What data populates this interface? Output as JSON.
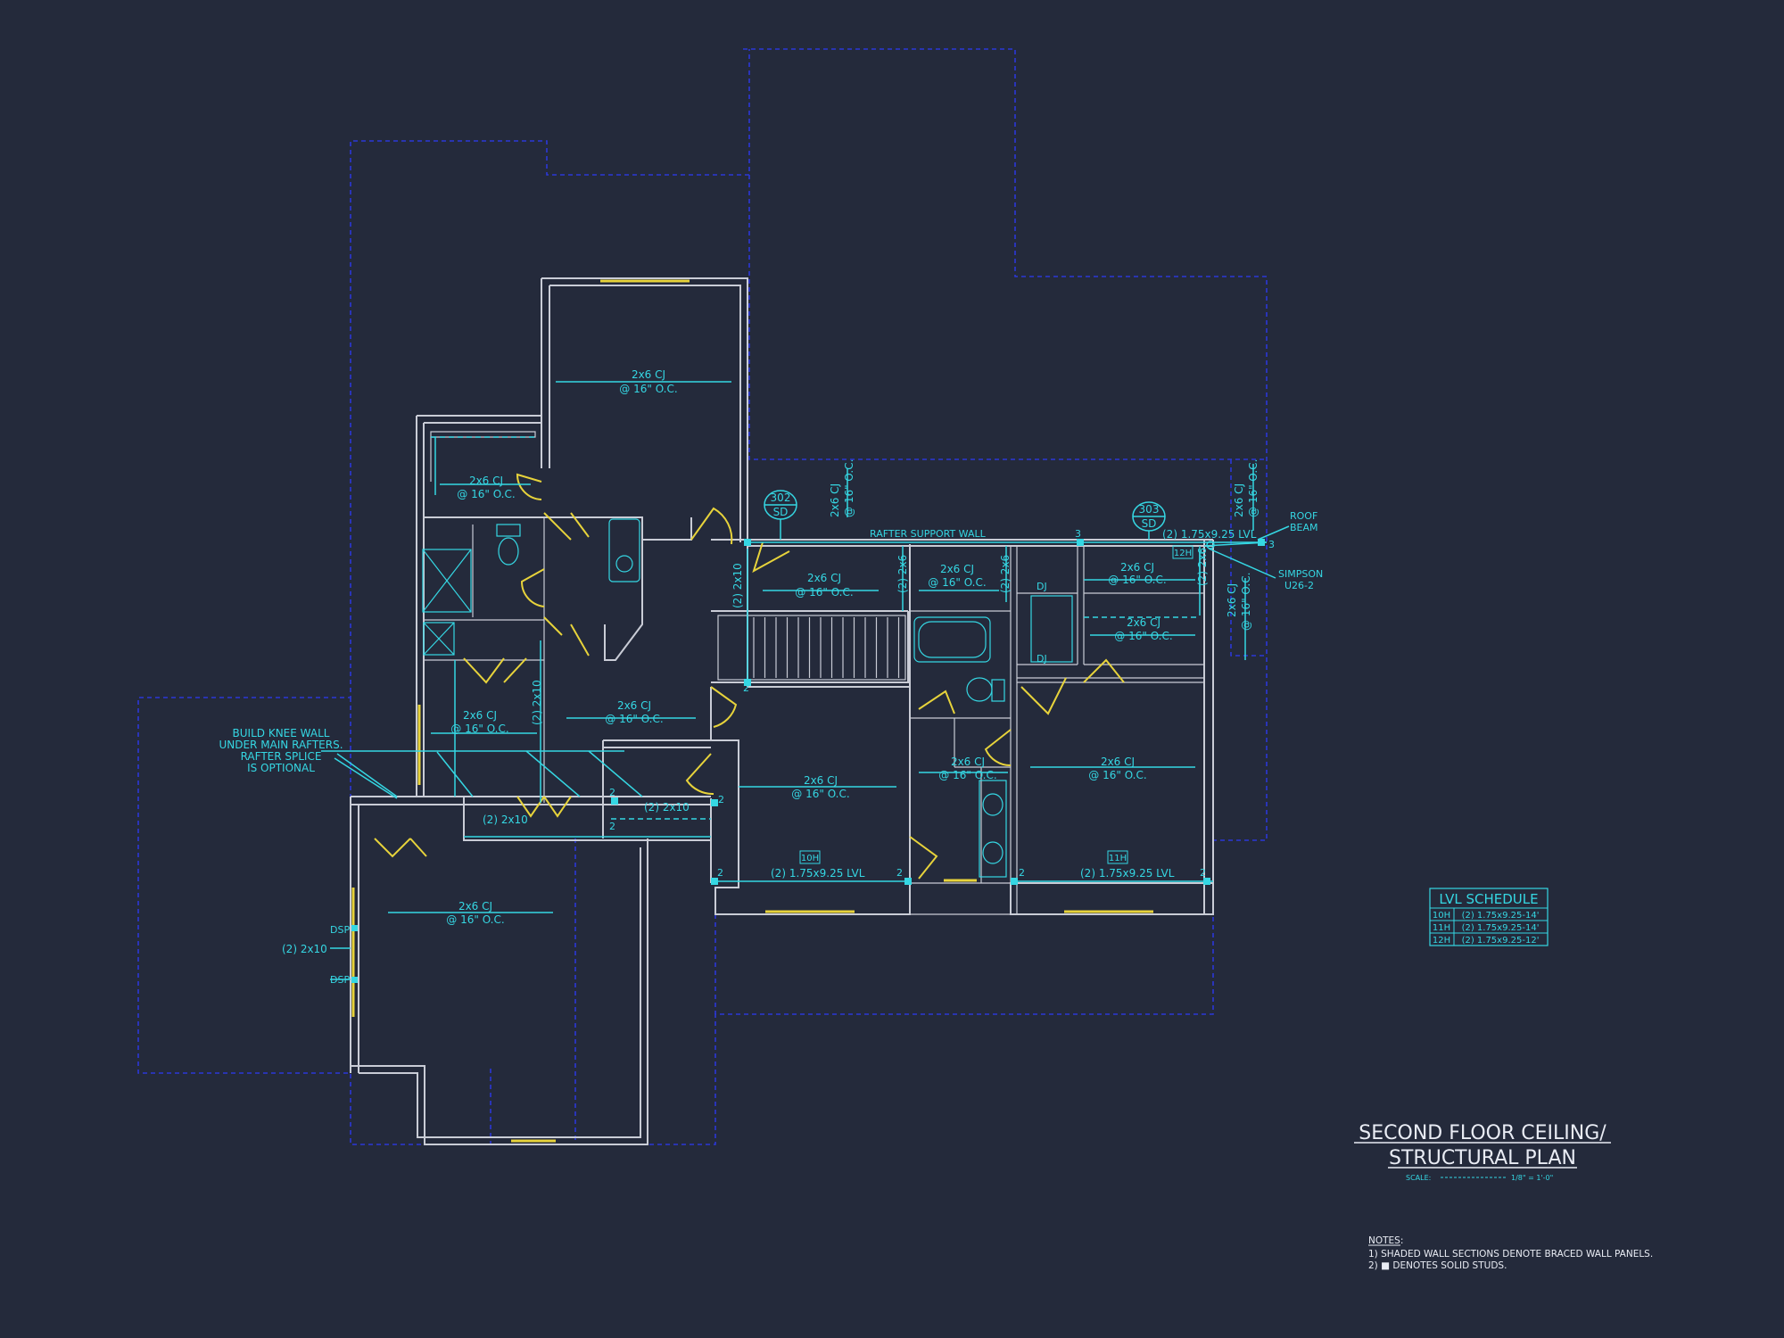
{
  "title": {
    "line1": "SECOND FLOOR CEILING/",
    "line2": "STRUCTURAL PLAN",
    "scale_label": "SCALE:",
    "scale_value": "1/8\" = 1'-0\""
  },
  "notes": {
    "heading": "NOTES:",
    "items": [
      "1) SHADED WALL SECTIONS DENOTE BRACED WALL PANELS.",
      "2) ■ DENOTES SOLID STUDS."
    ]
  },
  "lvl_schedule": {
    "title": "LVL SCHEDULE",
    "rows": [
      {
        "id": "10H",
        "spec": "(2) 1.75x9.25-14'"
      },
      {
        "id": "11H",
        "spec": "(2) 1.75x9.25-14'"
      },
      {
        "id": "12H",
        "spec": "(2) 1.75x9.25-12'"
      }
    ]
  },
  "joist_labels": {
    "cj_top": "2x6 CJ",
    "oc": "@ 16\" O.C."
  },
  "beam_labels": {
    "two_2x10": "(2) 2x10",
    "two_2x6": "(2) 2x6",
    "lvl": "(2) 1.75x9.25 LVL",
    "rafter_support_wall": "RAFTER SUPPORT WALL",
    "roof_beam_1": "ROOF",
    "roof_beam_2": "BEAM",
    "simpson_1": "SIMPSON",
    "simpson_2": "U26-2",
    "dsp": "DSP",
    "dj": "DJ",
    "tag_10h": "10H",
    "tag_11h": "11H",
    "tag_12h": "12H",
    "post_2": "2",
    "post_3": "3"
  },
  "knee_wall_note": {
    "line1": "BUILD KNEE WALL",
    "line2": "UNDER MAIN RAFTERS.",
    "line3": "RAFTER SPLICE",
    "line4": "IS OPTIONAL"
  },
  "section_markers": [
    {
      "num": "302",
      "sheet": "SD"
    },
    {
      "num": "303",
      "sheet": "SD"
    }
  ],
  "colors": {
    "background": "#242a3b",
    "walls": "#c9ccd6",
    "annotation": "#35d7e3",
    "roof_outline": "#2b37d8",
    "openings": "#e7d33b"
  }
}
